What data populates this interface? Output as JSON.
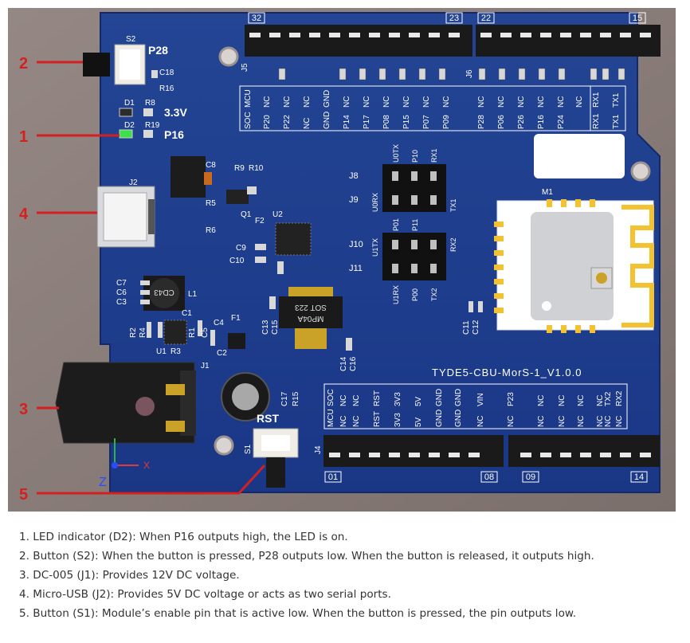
{
  "board": {
    "name": "TYDE5-CBU-MorS-1_V1.0.0",
    "module": "M1",
    "header_top_left": {
      "id": "J5",
      "start": "32",
      "end": "23"
    },
    "header_top_right": {
      "id": "J6",
      "start": "22",
      "end": "15"
    },
    "header_bottom_left": {
      "id": "J4",
      "start": "01",
      "end": "08"
    },
    "header_bottom_right": {
      "start": "09",
      "end": "14"
    },
    "top_row_a": [
      "SOC",
      "P20",
      "P22",
      "NC",
      "GND",
      "P14",
      "P17",
      "P08",
      "P15",
      "P07",
      "P09",
      "P28",
      "P06",
      "P26",
      "P16",
      "P24",
      "RX1",
      "TX1"
    ],
    "top_row_b": [
      "MCU",
      "NC",
      "NC",
      "NC",
      "GND",
      "NC",
      "NC",
      "NC",
      "NC",
      "NC",
      "NC",
      "NC",
      "NC",
      "NC",
      "NC",
      "NC",
      "NC",
      "RX1",
      "TX1"
    ],
    "bottom_row_a": [
      "SOC",
      "NC",
      "NC",
      "RST",
      "3V3",
      "5V",
      "GND",
      "GND",
      "VIN",
      "P23",
      "NC",
      "NC",
      "NC",
      "NC",
      "TX2",
      "RX2"
    ],
    "bottom_row_b": [
      "MCU",
      "NC",
      "NC",
      "RST",
      "3V3",
      "5V",
      "GND",
      "GND",
      "NC",
      "NC",
      "NC",
      "NC",
      "NC",
      "NC",
      "NC",
      "NC"
    ],
    "jumpers": [
      {
        "id": "J8",
        "pins": [
          "U0TX",
          "P10",
          "RX1"
        ]
      },
      {
        "id": "J9",
        "pins": [
          "U0RX",
          "P11",
          "TX1"
        ]
      },
      {
        "id": "J10",
        "pins": [
          "U1TX",
          "P01",
          "RX2"
        ]
      },
      {
        "id": "J11",
        "pins": [
          "U1RX",
          "P00",
          "TX2"
        ]
      }
    ],
    "button_s2": {
      "ref": "S2",
      "net": "P28",
      "cap": "C18",
      "res": "R16"
    },
    "led_3v3": {
      "ref": "D1",
      "res": "R8",
      "label": "3.3V"
    },
    "led_p16": {
      "ref": "D2",
      "res": "R19",
      "label": "P16"
    },
    "usb": "J2",
    "dc_jack": "J1",
    "button_s1": {
      "ref": "S1",
      "label": "RST",
      "cap": "C17",
      "res": "R15"
    },
    "inductor": {
      "ref": "L1",
      "marking": "CD43"
    },
    "regulator": {
      "marking_1": "SOT 223",
      "marking_2": "MP04A"
    },
    "refs": [
      "C8",
      "R9",
      "R10",
      "R5",
      "R6",
      "Q1",
      "F2",
      "U2",
      "C9",
      "C10",
      "C7",
      "C6",
      "C3",
      "R2",
      "R4",
      "C1",
      "R1",
      "C5",
      "C4",
      "F1",
      "U1",
      "R3",
      "C2",
      "C13",
      "C15",
      "C14",
      "C16",
      "C11",
      "C12"
    ],
    "axis_z": "Z",
    "axis_x": "X"
  },
  "callouts": [
    "1",
    "2",
    "3",
    "4",
    "5"
  ],
  "notes": [
    "1. LED indicator (D2): When P16 outputs high, the LED is on.",
    "2. Button (S2): When the button is pressed, P28 outputs low. When the button is released, it outputs high.",
    "3. DC-005 (J1): Provides 12V DC voltage.",
    "4. Micro-USB (J2): Provides 5V DC voltage or acts as two serial ports.",
    "5. Button (S1): Module’s enable pin that is active low. When the button is pressed, the pin outputs low."
  ],
  "colors": {
    "background": "#8a7d7a",
    "pcb": "#1d3d8f",
    "silkscreen": "#ffffff",
    "callout": "#d42020",
    "module": "#f2c230",
    "led": "#3ee04a"
  }
}
